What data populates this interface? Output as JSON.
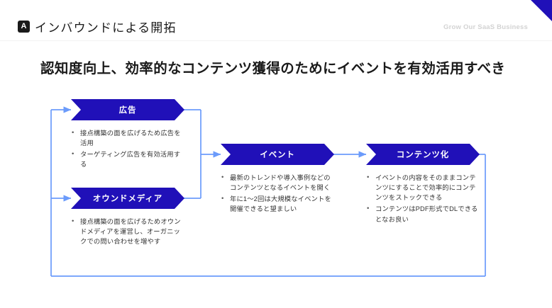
{
  "slide": {
    "accent_dark_blue": "#2010b8",
    "accent_light_blue": "#6b9bfb",
    "background": "#ffffff"
  },
  "header": {
    "badge_label": "A",
    "badge_icon": "letter-a-badge-icon",
    "title": "インバウンドによる開拓",
    "brand_tag": "Grow Our SaaS Business",
    "corner_icon": "corner-triangle-accent-icon"
  },
  "headline": "認知度向上、効率的なコンテンツ獲得のためにイベントを有効活用すべき",
  "chart_data": {
    "type": "diagram",
    "title": "認知度向上、効率的なコンテンツ獲得のためにイベントを有効活用すべき",
    "flow": "広告 / オウンドメディア → イベント → コンテンツ化 → (フィードバックループ)",
    "stages": [
      {
        "id": "ads",
        "label": "広告",
        "bullets": [
          "接点構築の面を広げるため広告を活用",
          "ターゲティング広告を有効活用する"
        ]
      },
      {
        "id": "owned-media",
        "label": "オウンドメディア",
        "bullets": [
          "接点構築の面を広げるためオウンドメディアを運営し、オーガニックでの問い合わせを増やす"
        ]
      },
      {
        "id": "event",
        "label": "イベント",
        "bullets": [
          "最新のトレンドや導入事例などのコンテンツとなるイベントを開く",
          "年に1〜2回は大規模なイベントを開催できると望ましい"
        ]
      },
      {
        "id": "contentification",
        "label": "コンテンツ化",
        "bullets": [
          "イベントの内容をそのままコンテンツにすることで効率的にコンテンツをストックできる",
          "コンテンツはPDF形式でDLできるとなお良い"
        ]
      }
    ]
  }
}
